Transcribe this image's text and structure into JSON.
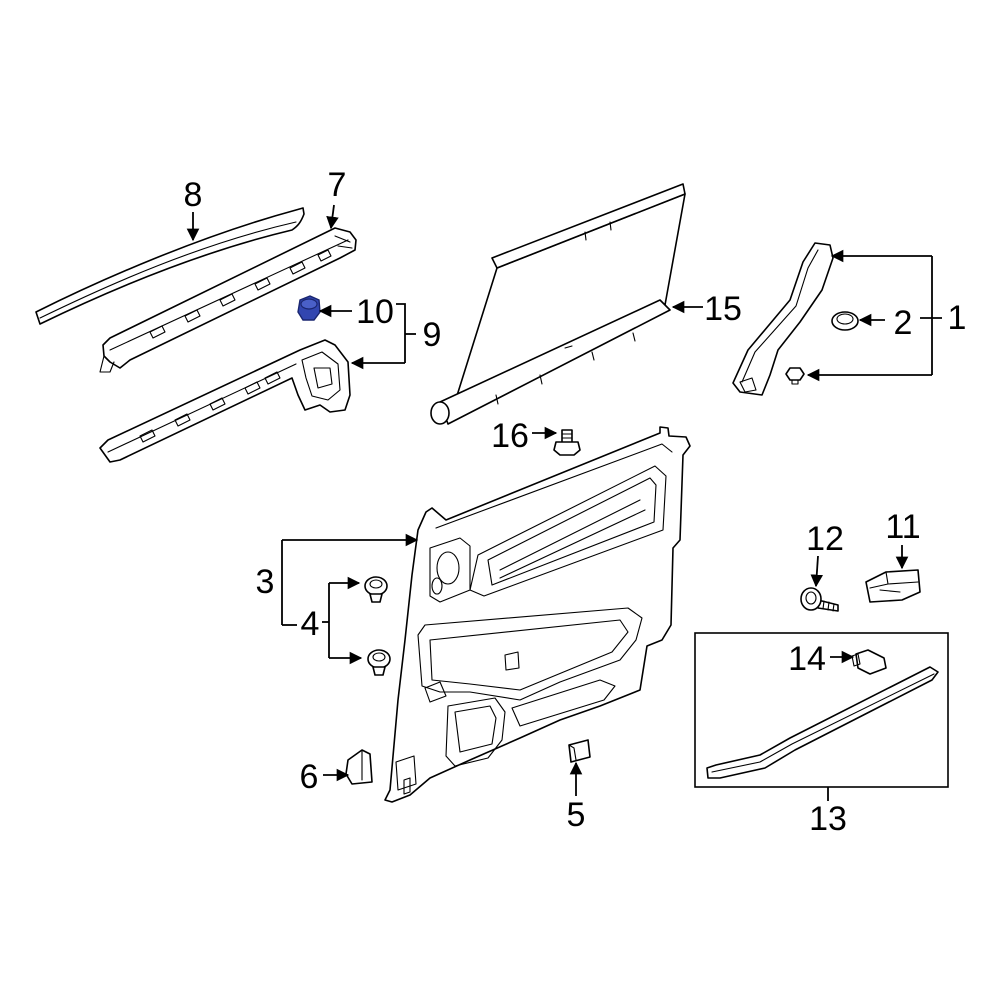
{
  "callouts": [
    "1",
    "2",
    "3",
    "4",
    "5",
    "6",
    "7",
    "8",
    "9",
    "10",
    "11",
    "12",
    "13",
    "14",
    "15",
    "16"
  ],
  "colors": {
    "highlight": "#3246b0",
    "highlight_outline": "#1a2670",
    "line": "#000000",
    "background": "#ffffff"
  }
}
